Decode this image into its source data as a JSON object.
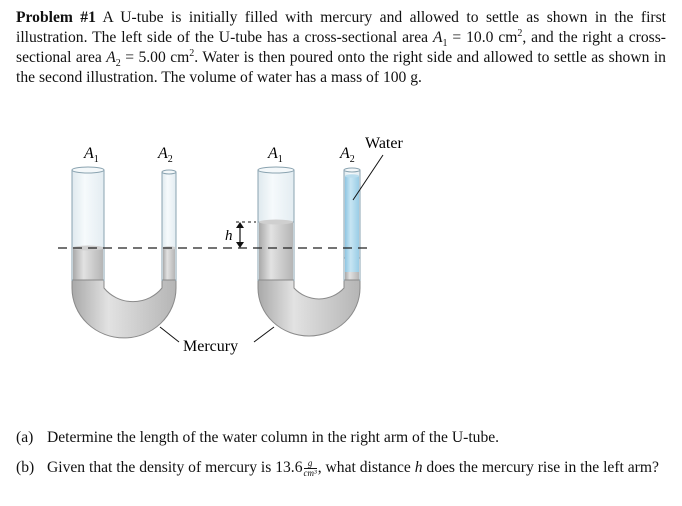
{
  "problem": {
    "title": "Problem #1",
    "text_1": " A U-tube is initially filled with mercury and allowed to settle as shown in the first illustration. The left side of the U-tube has a cross-sectional area ",
    "a1_symbol": "A",
    "a1_sub": "1",
    "a1_value": " = 10.0 cm",
    "exp2": "2",
    "text_2": ", and the right a cross-sectional area ",
    "a2_symbol": "A",
    "a2_sub": "2",
    "a2_value": " = 5.00 cm",
    "text_3": ". Water is then poured onto the right side and allowed to settle as shown in the second illustration. The volume of water has a mass of 100 g."
  },
  "figure": {
    "label_a1_left": "A",
    "label_a1_left_sub": "1",
    "label_a2_left": "A",
    "label_a2_left_sub": "2",
    "label_a1_right": "A",
    "label_a1_right_sub": "1",
    "label_a2_right": "A",
    "label_a2_right_sub": "2",
    "label_h": "h",
    "label_water": "Water",
    "label_mercury": "Mercury",
    "colors": {
      "mercury": "#c8c8c8",
      "water": "#a9d4ea",
      "glass": "#e9f1f5",
      "outline": "#7f9aa8"
    }
  },
  "questions": {
    "a_label": "(a)",
    "a_text": "Determine the length of the water column in the right arm of the U-tube.",
    "b_label": "(b)",
    "b_text_1": "Given that the density of mercury is 13.6",
    "b_frac_num": "g",
    "b_frac_den": "cm³",
    "b_text_2": ", what distance ",
    "b_h": "h",
    "b_text_3": " does the mercury rise in the left arm?"
  }
}
